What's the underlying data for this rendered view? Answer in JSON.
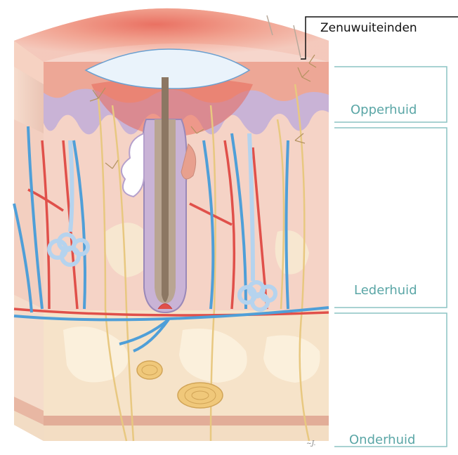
{
  "labels": {
    "nerve_endings": "Zenuwuiteinden",
    "epidermis": "Opperhuid",
    "dermis": "Lederhuid",
    "hypodermis": "Onderhuid"
  },
  "colors": {
    "label_teal": "#5aa6a6",
    "epidermis_purple": "#c9b3d6",
    "skin_pink": "#f3cfc3",
    "fat_cream": "#f6e8c8",
    "artery_red": "#e0504a",
    "vein_blue": "#4f9fd8",
    "nerve_yellow": "#e8c880"
  }
}
